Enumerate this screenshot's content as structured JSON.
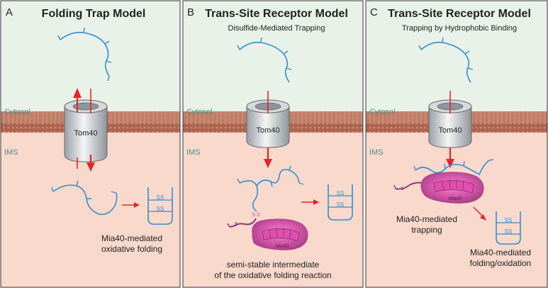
{
  "panels": [
    {
      "letter": "A",
      "title": "Folding Trap Model",
      "subtitle": "",
      "cytosol": "Cytosol",
      "ims": "IMS",
      "pore": "Tom40",
      "caption": [
        "Mia40-mediated",
        "oxidative folding"
      ]
    },
    {
      "letter": "B",
      "title": "Trans-Site Receptor Model",
      "subtitle": "Disulfide-Mediated Trapping",
      "cytosol": "Cytosol",
      "ims": "IMS",
      "pore": "Tom40",
      "caption": [
        "semi-stable intermediate",
        "of the oxidative folding reaction"
      ],
      "mia40": "Mia40",
      "link": "S S"
    },
    {
      "letter": "C",
      "title": "Trans-Site Receptor Model",
      "subtitle": "Trapping by Hydrophobic Binding",
      "cytosol": "Cytosol",
      "ims": "IMS",
      "pore": "Tom40",
      "caption": [
        "Mia40-mediated",
        "trapping"
      ],
      "caption2": [
        "Mia40-mediated",
        "folding/oxidation"
      ],
      "mia40": "Mia40"
    }
  ],
  "ss": "SS",
  "colors": {
    "cytosol_bg": "#e9f2e8",
    "ims_bg": "#f9d9cc",
    "membrane": "#b2634c",
    "arrow": "#e02727",
    "chain": "#2f8fd0",
    "label": "#4f8f86",
    "mia40": "#c8439a",
    "mia40_tail": "#8a3a7a",
    "panel_border": "#333333"
  }
}
